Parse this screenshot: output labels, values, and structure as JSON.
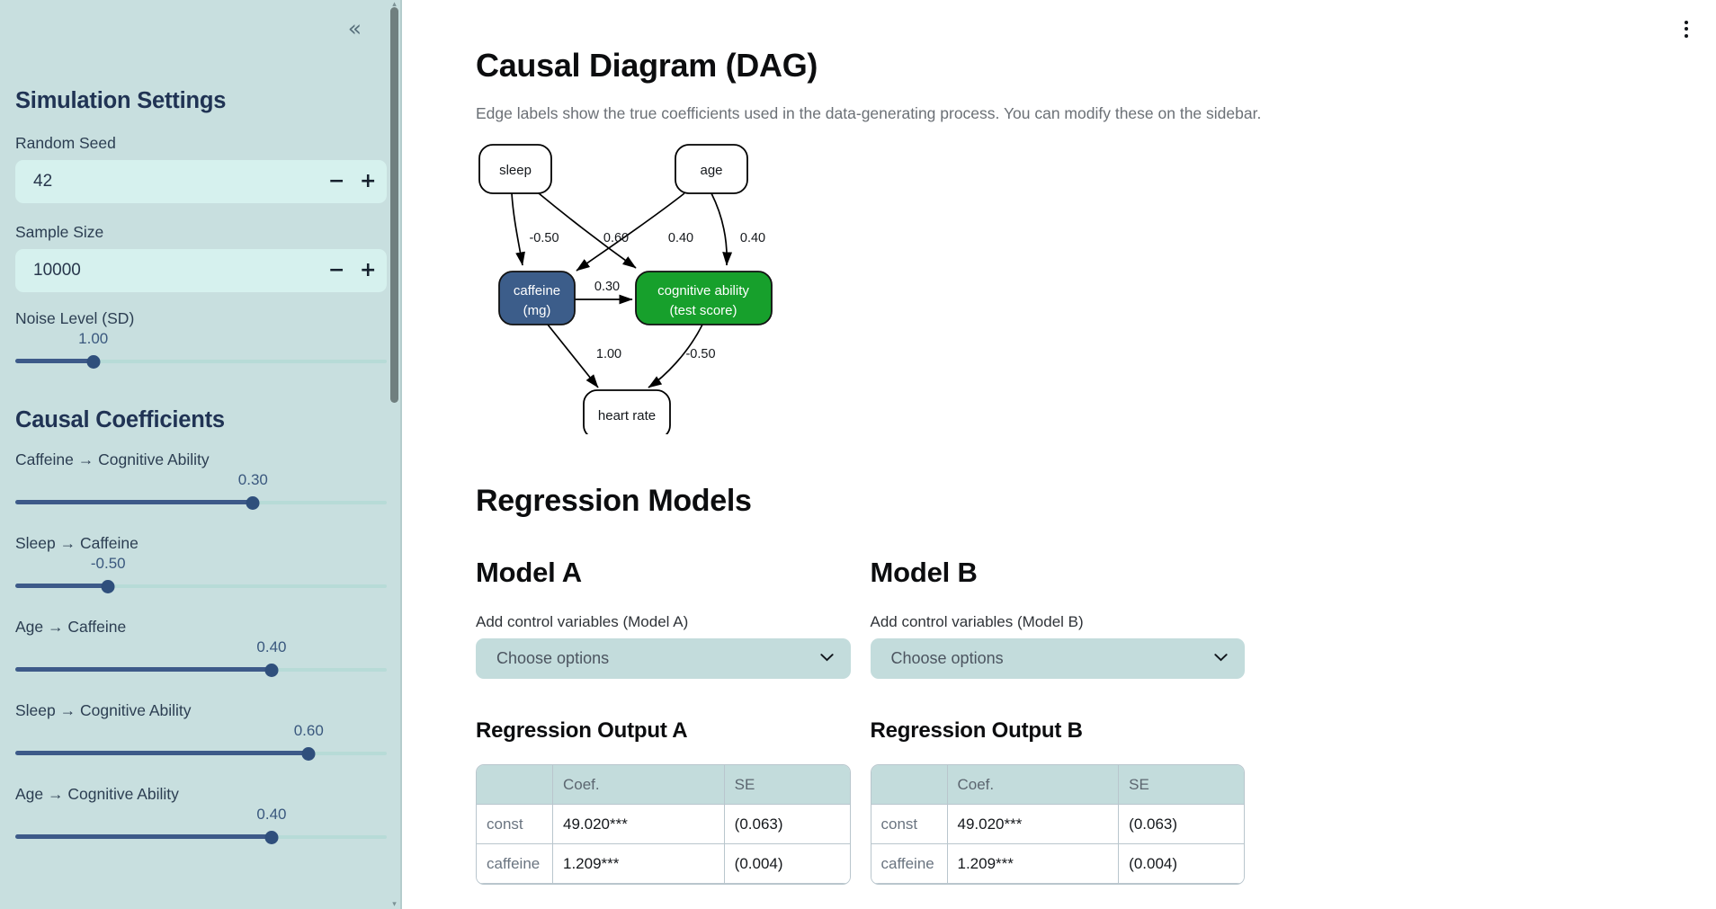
{
  "sidebar": {
    "collapse_icon": "chevrons-left-icon",
    "collapse_glyph": "«",
    "settings_heading": "Simulation Settings",
    "random_seed": {
      "label": "Random Seed",
      "value": "42",
      "minus": "−",
      "plus": "+"
    },
    "sample_size": {
      "label": "Sample Size",
      "value": "10000",
      "minus": "−",
      "plus": "+"
    },
    "noise_level": {
      "label": "Noise Level (SD)",
      "value": "1.00",
      "pct": 21
    },
    "coefficients_heading": "Causal Coefficients",
    "sliders": [
      {
        "label": "Caffeine → Cognitive Ability",
        "value": "0.30",
        "pct": 64
      },
      {
        "label": "Sleep → Caffeine",
        "value": "-0.50",
        "pct": 25
      },
      {
        "label": "Age → Caffeine",
        "value": "0.40",
        "pct": 69
      },
      {
        "label": "Sleep → Cognitive Ability",
        "value": "0.60",
        "pct": 79
      },
      {
        "label": "Age → Cognitive Ability",
        "value": "0.40",
        "pct": 69
      }
    ],
    "scrollbar": {
      "up_glyph": "▴",
      "down_glyph": "▾"
    }
  },
  "header": {
    "kebab_icon": "more-vertical-icon"
  },
  "main": {
    "dag_title": "Causal Diagram (DAG)",
    "dag_subtitle": "Edge labels show the true coefficients used in the data-generating process. You can modify these on the sidebar.",
    "regression_title": "Regression Models"
  },
  "dag": {
    "nodes": [
      {
        "id": "sleep",
        "label": "sleep",
        "fill": "#ffffff",
        "text": "#15181c"
      },
      {
        "id": "age",
        "label": "age",
        "fill": "#ffffff",
        "text": "#15181c"
      },
      {
        "id": "caffeine",
        "label": "caffeine\n(mg)",
        "line1": "caffeine",
        "line2": "(mg)",
        "fill": "#3c5d8a",
        "text": "#ffffff"
      },
      {
        "id": "cognitive",
        "label": "cognitive ability\n(test score)",
        "line1": "cognitive ability",
        "line2": "(test score)",
        "fill": "#17a02c",
        "text": "#ffffff"
      },
      {
        "id": "heart_rate",
        "label": "heart rate",
        "fill": "#ffffff",
        "text": "#15181c"
      }
    ],
    "edges": [
      {
        "from": "sleep",
        "to": "caffeine",
        "label": "-0.50"
      },
      {
        "from": "sleep",
        "to": "cognitive",
        "label": "0.60"
      },
      {
        "from": "age",
        "to": "caffeine",
        "label": "0.40"
      },
      {
        "from": "age",
        "to": "cognitive",
        "label": "0.40"
      },
      {
        "from": "caffeine",
        "to": "cognitive",
        "label": "0.30"
      },
      {
        "from": "caffeine",
        "to": "heart_rate",
        "label": "1.00"
      },
      {
        "from": "cognitive",
        "to": "heart_rate",
        "label": "-0.50"
      }
    ]
  },
  "models": [
    {
      "heading": "Model A",
      "control_label": "Add control variables (Model A)",
      "select_placeholder": "Choose options",
      "chevron": "⌄",
      "output_heading": "Regression Output A",
      "table": {
        "columns": [
          "",
          "Coef.",
          "SE"
        ],
        "rows": [
          [
            "const",
            "49.020***",
            "(0.063)"
          ],
          [
            "caffeine",
            "1.209***",
            "(0.004)"
          ]
        ]
      }
    },
    {
      "heading": "Model B",
      "control_label": "Add control variables (Model B)",
      "select_placeholder": "Choose options",
      "chevron": "⌄",
      "output_heading": "Regression Output B",
      "table": {
        "columns": [
          "",
          "Coef.",
          "SE"
        ],
        "rows": [
          [
            "const",
            "49.020***",
            "(0.063)"
          ],
          [
            "caffeine",
            "1.209***",
            "(0.004)"
          ]
        ]
      }
    }
  ],
  "colors": {
    "sidebar_bg": "#c8dfdf",
    "input_bg": "#d6f1ee",
    "slider_fill": "#3d5a89",
    "heading": "#203354",
    "treatment_node": "#3c5d8a",
    "outcome_node": "#17a02c",
    "table_header": "#c3dcdc"
  }
}
